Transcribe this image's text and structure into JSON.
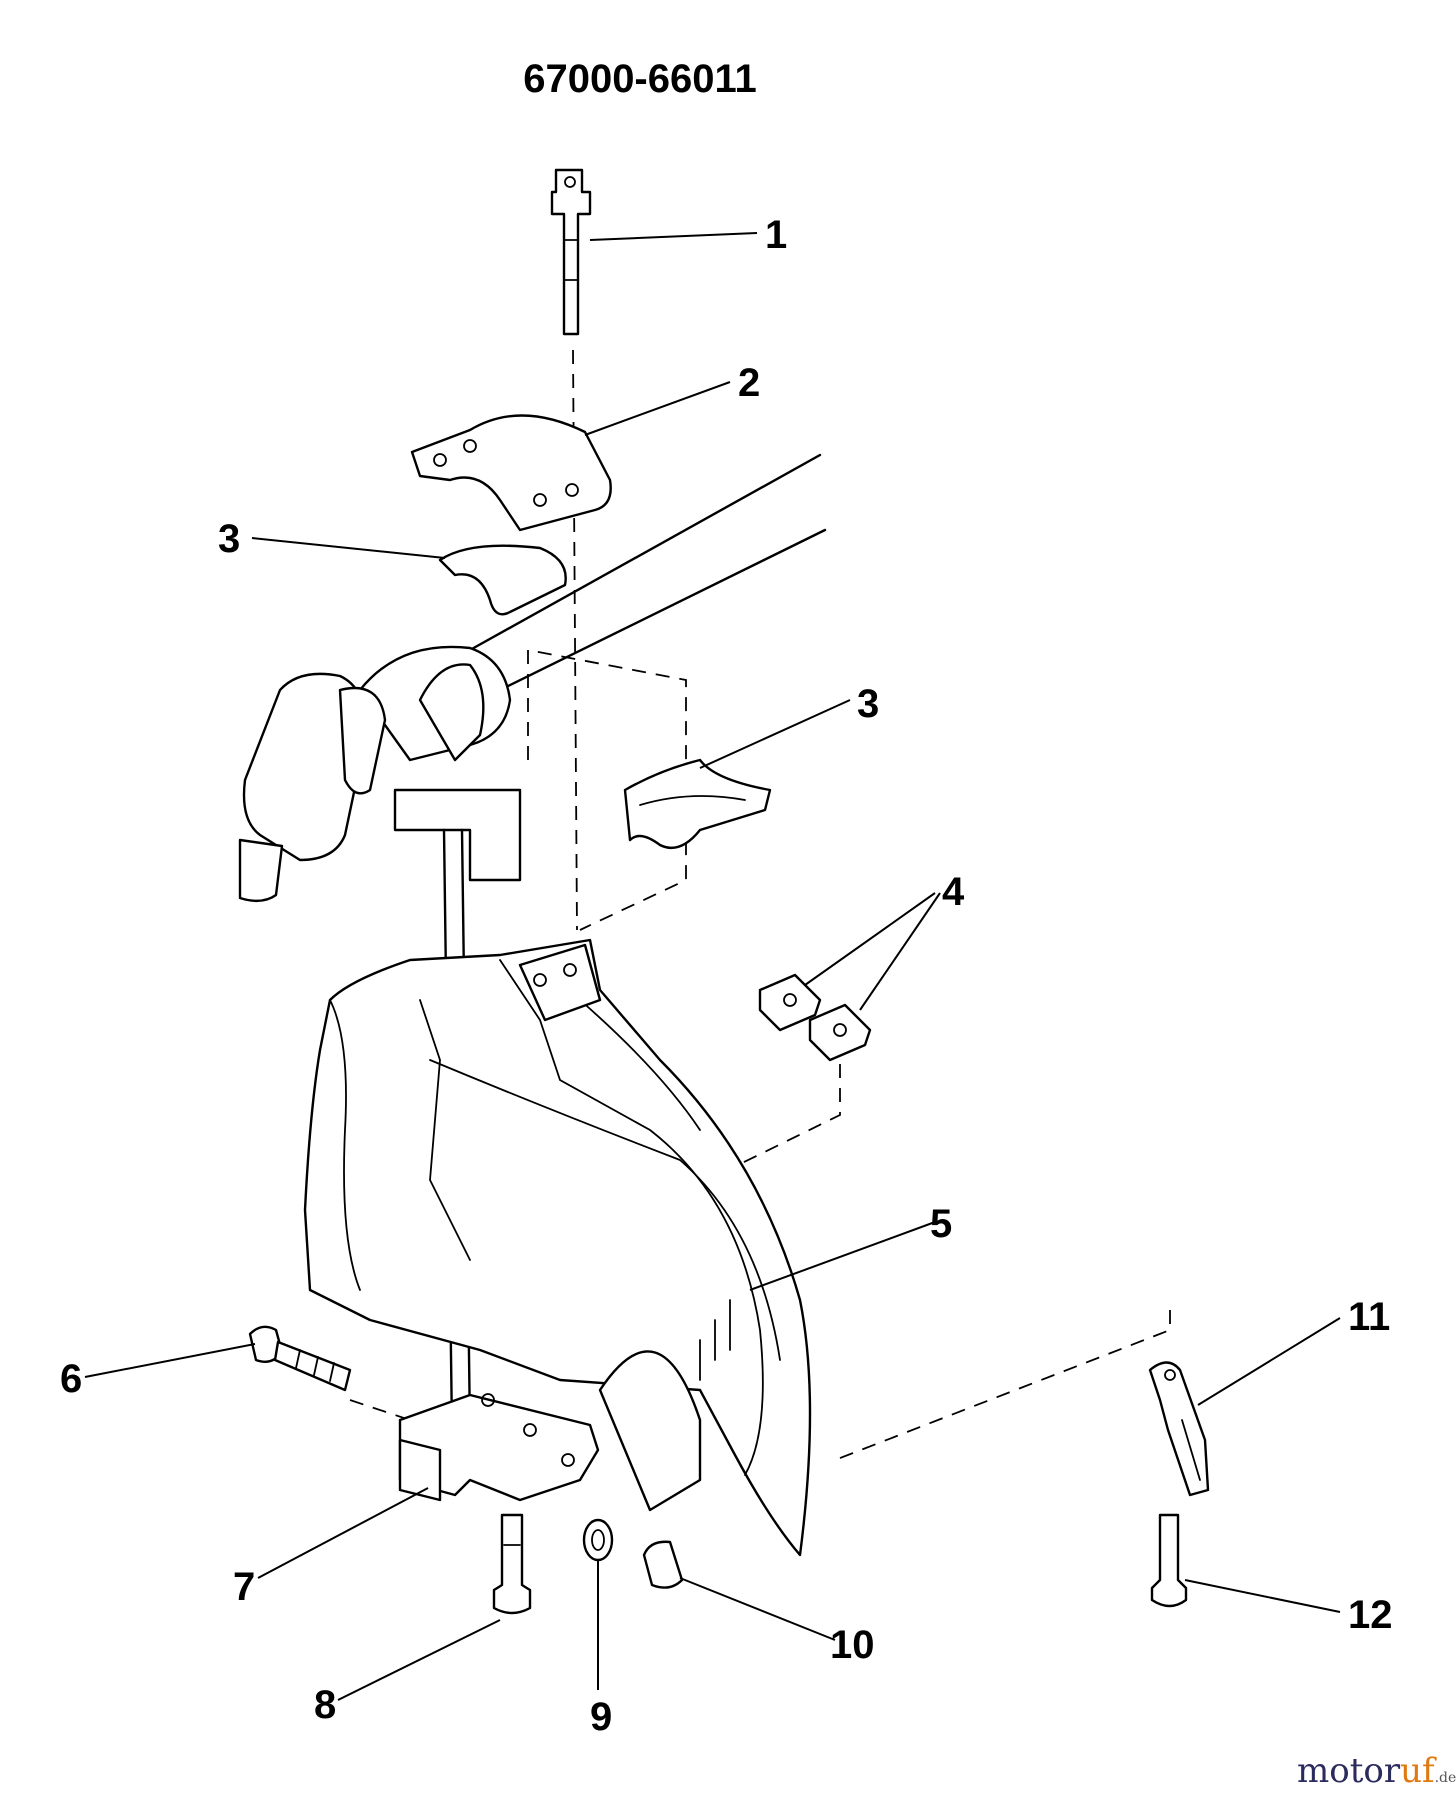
{
  "title": "67000-66011",
  "callouts": [
    "1",
    "2",
    "3",
    "3",
    "4",
    "5",
    "6",
    "7",
    "8",
    "9",
    "10",
    "11",
    "12"
  ],
  "watermark": {
    "brand_a": "motor",
    "brand_b": "uf",
    "tld": ".de",
    "color_a": "#2b2b5e",
    "color_b": "#e07a10"
  }
}
